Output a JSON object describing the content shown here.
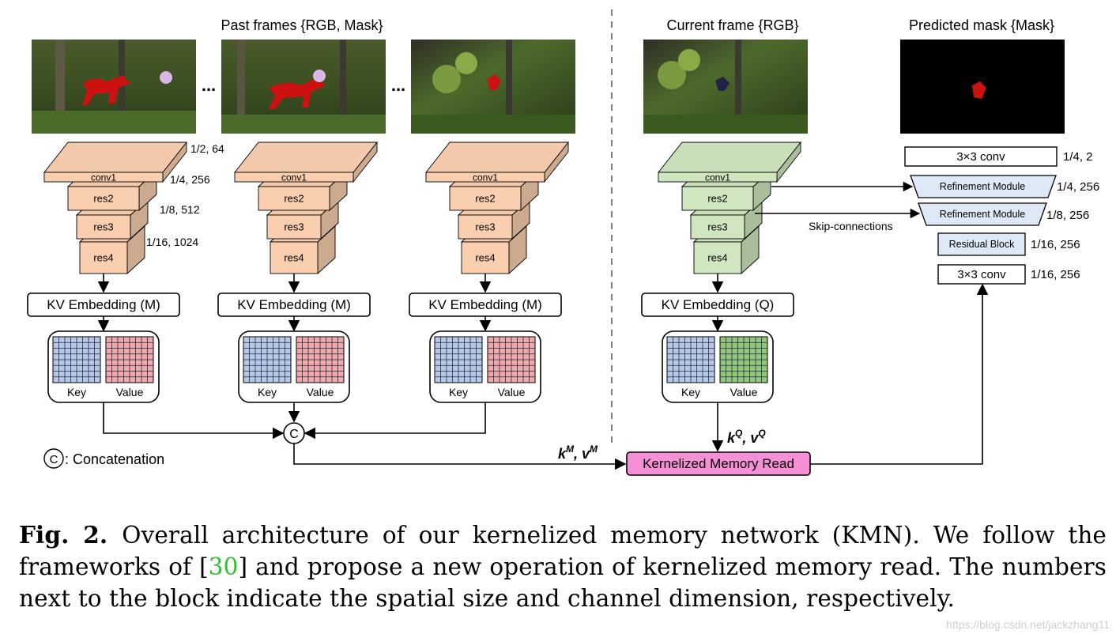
{
  "sections": {
    "past": "Past frames {RGB, Mask}",
    "current": "Current frame {RGB}",
    "predicted": "Predicted mask {Mask}"
  },
  "ellipsis": "...",
  "backbone": {
    "conv1": "conv1",
    "res2": "res2",
    "res3": "res3",
    "res4": "res4"
  },
  "scales": {
    "conv1": "1/2, 64",
    "res2": "1/4, 256",
    "res3": "1/8, 512",
    "res4": "1/16, 1024"
  },
  "kv_memory": "KV Embedding (M)",
  "kv_query": "KV Embedding (Q)",
  "key_label": "Key",
  "value_label": "Value",
  "concat_symbol": "C",
  "concat_legend": ": Concatenation",
  "memory_kv": "k^M, v^M",
  "query_kv": "k^Q, v^Q",
  "kmr": "Kernelized Memory Read",
  "skip": "Skip-connections",
  "decoder": [
    {
      "label": "3×3  conv",
      "scale": "1/4, 2"
    },
    {
      "label": "Refinement Module",
      "scale": "1/4, 256"
    },
    {
      "label": "Refinement Module",
      "scale": "1/8, 256"
    },
    {
      "label": "Residual Block",
      "scale": "1/16, 256"
    },
    {
      "label": "3×3  conv",
      "scale": "1/16, 256"
    }
  ],
  "caption": {
    "fig": "Fig. 2.",
    "text1": "Overall architecture of our kernelized memory network (KMN). We follow the frameworks of ",
    "ref_open": "[",
    "ref": "30",
    "ref_close": "]",
    "text2": " and propose a new operation of kernelized memory read. The numbers next to the block indicate the spatial size and channel dimension, respectively."
  },
  "watermark": "https://blog.csdn.net/jackzhang11",
  "colors": {
    "encoder_memory": "#f9cfb0",
    "encoder_query": "#cfe6c0",
    "key_grid": "#b7c8e6",
    "value_grid_memory": "#f0a8a8",
    "value_grid_query": "#95c77a",
    "kmr_fill": "#f58fd6",
    "decoder_fill": "#dde9f6",
    "mask_red": "#cc1111"
  }
}
